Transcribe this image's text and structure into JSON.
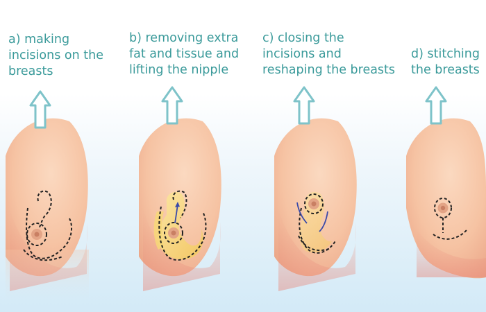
{
  "steps": [
    {
      "id": "a",
      "lines": [
        "a) making",
        "incisions on the",
        "breasts"
      ]
    },
    {
      "id": "b",
      "lines": [
        "b) removing extra",
        "fat and tissue and",
        "lifting the nipple"
      ]
    },
    {
      "id": "c",
      "lines": [
        "c) closing the",
        "incisions and",
        "reshaping the breasts"
      ]
    },
    {
      "id": "d",
      "lines": [
        "d) stitching",
        "the breasts"
      ]
    }
  ],
  "colors": {
    "text": "#3a9a9a",
    "arrow_outline": "#7ec3c9",
    "skin": "#f6c3a3",
    "skin_shadow": "#ec9c86",
    "incision_line": "#222222",
    "exposed_fat": "#f7d878",
    "lift_arrow": "#3a4aa8"
  },
  "icons": [
    "up-arrow-icon"
  ]
}
